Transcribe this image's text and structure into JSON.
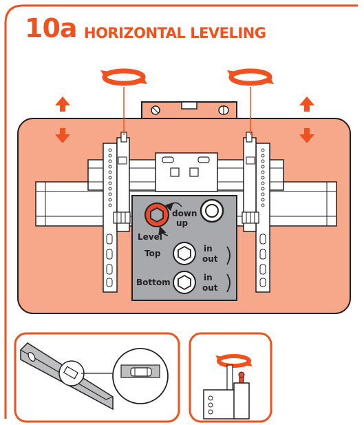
{
  "header": {
    "step_number": "10a",
    "title": "HORIZONTAL LEVELING"
  },
  "diagram": {
    "legend": {
      "down": "down",
      "up": "up",
      "level": "Level",
      "top": "Top",
      "bottom": "Bottom",
      "in_top": "in",
      "out_top": "out",
      "in_bottom": "in",
      "out_bottom": "out"
    }
  },
  "colors": {
    "accent": "#f0521f",
    "panel": "#f7a88b",
    "legend_panel": "#a7a9ac",
    "outline": "#231f20",
    "screw_head": "#e84a2b"
  },
  "icons": [
    "rotate-arrow-icon",
    "up-arrow-icon",
    "down-arrow-icon",
    "hex-bolt-icon",
    "bubble-level-icon"
  ]
}
